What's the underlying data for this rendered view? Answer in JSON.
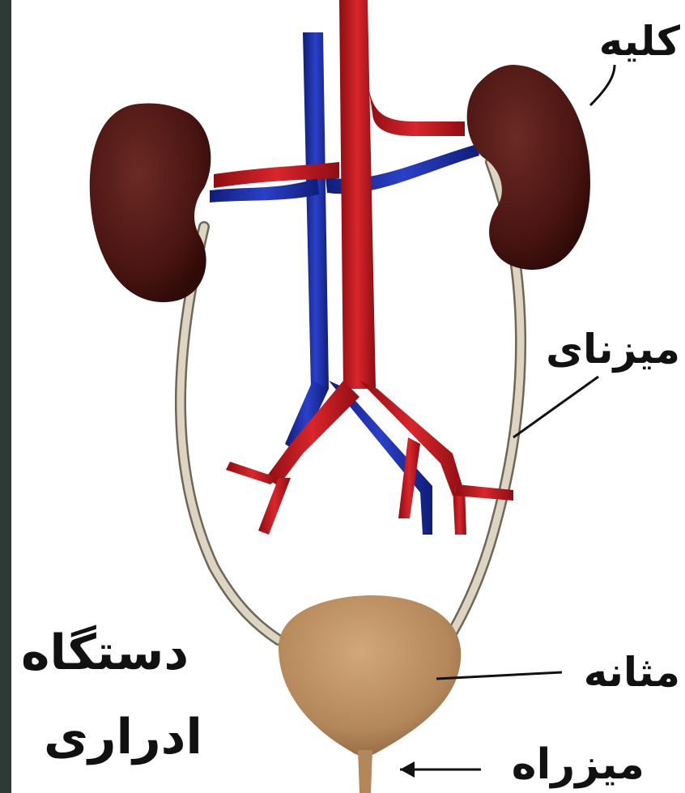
{
  "labels": {
    "kidney": "کلیه",
    "ureter": "میزنای",
    "bladder": "مثانه",
    "urethra": "میزراه",
    "system_line1": "دستگاه",
    "system_line2": "ادراری"
  },
  "colors": {
    "background_frame": "#2e3a35",
    "kidney": "#4a1512",
    "artery": "#c4161c",
    "vein": "#1c2fa8",
    "ureter": "#d6cdbb",
    "bladder": "#b4875a",
    "leader_line": "#111111"
  }
}
